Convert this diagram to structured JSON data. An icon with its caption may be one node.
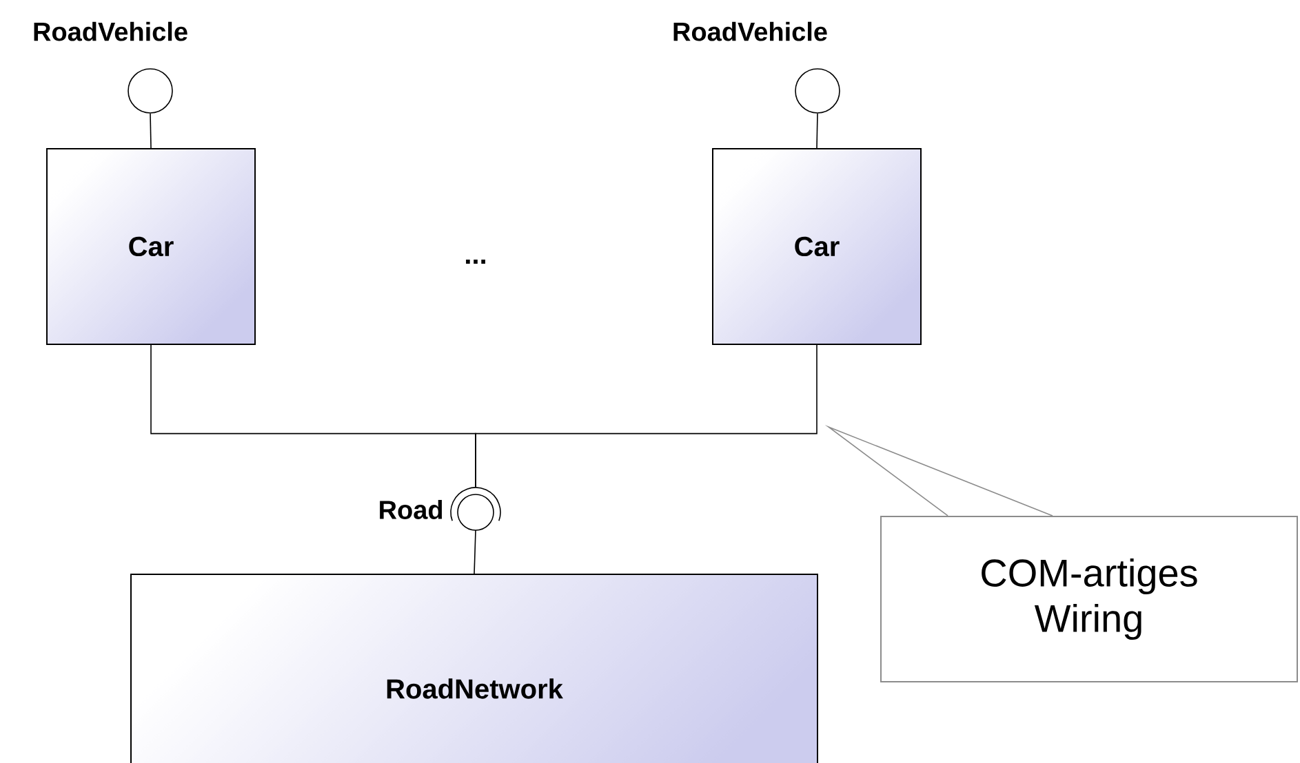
{
  "diagram": {
    "nodes": [
      {
        "text": [
          "RoadVehicle"
        ]
      },
      {
        "text": [
          "Car"
        ]
      },
      {
        "text": [
          "RoadVehicle"
        ]
      },
      {
        "text": [
          "Car"
        ]
      },
      {
        "text": [
          "Road"
        ]
      },
      {
        "text": [
          "RoadNetwork"
        ]
      },
      {
        "text": [
          "COM-artiges Wiring"
        ]
      }
    ],
    "edges": [
      {
        "from": 0,
        "to": 1,
        "arrow": "none"
      },
      {
        "from": 2,
        "to": 3,
        "arrow": "none"
      },
      {
        "from": 1,
        "to": 4,
        "arrow": "none"
      },
      {
        "from": 3,
        "to": 4,
        "arrow": "none"
      },
      {
        "from": 4,
        "to": 5,
        "arrow": "none"
      },
      {
        "from": 6,
        "to": null,
        "arrow": "none",
        "color": "#8c8c8c"
      }
    ],
    "labels": [
      "..."
    ]
  }
}
